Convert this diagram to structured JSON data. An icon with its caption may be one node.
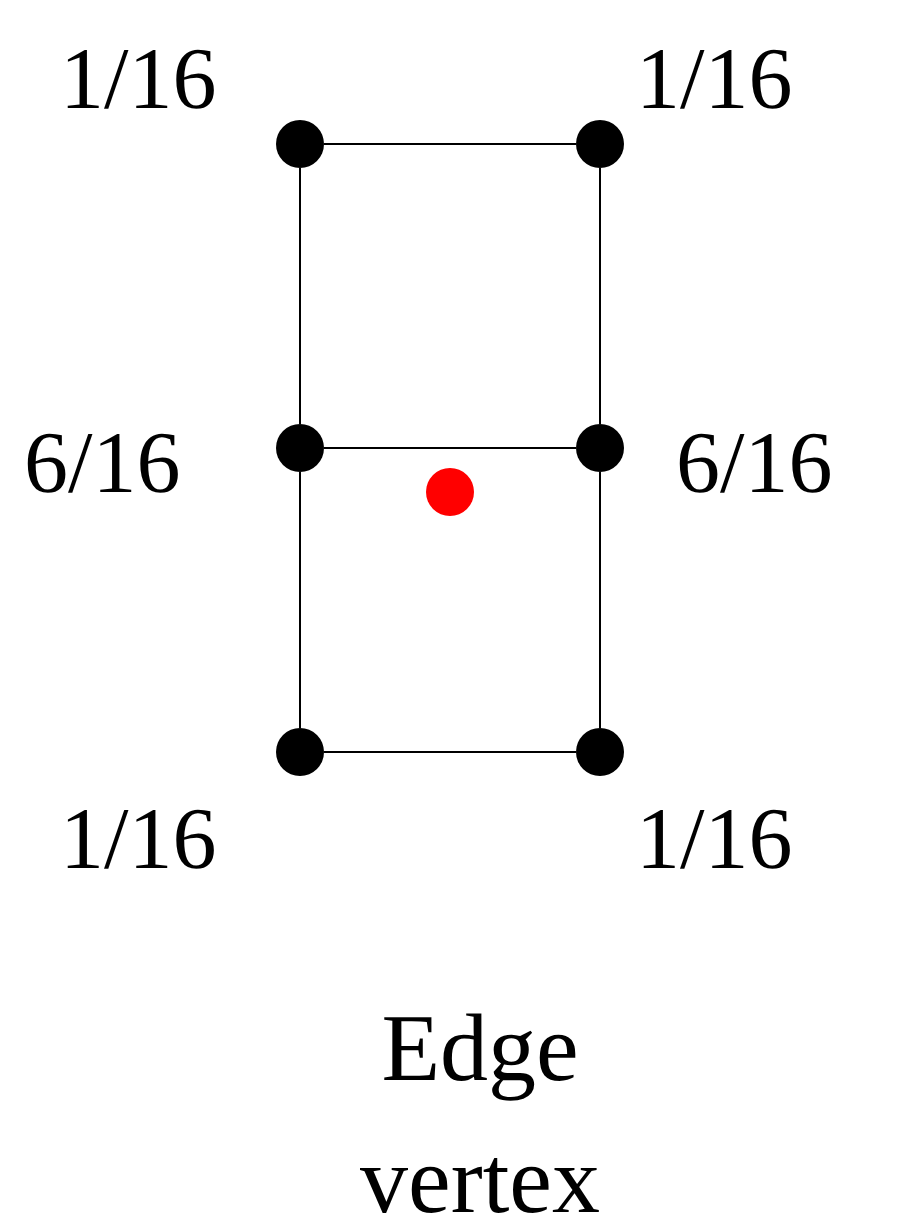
{
  "diagram": {
    "caption": "Edge vertex",
    "nodes": [
      {
        "text": [],
        "shape": "circle",
        "beside": [
          "1/16"
        ]
      },
      {
        "text": [],
        "shape": "circle",
        "beside": [
          "1/16"
        ]
      },
      {
        "text": [],
        "shape": "circle",
        "beside": [
          "6/16"
        ]
      },
      {
        "text": [],
        "shape": "circle",
        "beside": [
          "6/16"
        ]
      },
      {
        "text": [],
        "shape": "circle"
      },
      {
        "text": [],
        "shape": "circle",
        "beside": [
          "1/16"
        ]
      },
      {
        "text": [],
        "shape": "circle",
        "beside": [
          "1/16"
        ]
      }
    ],
    "edges": [
      {
        "from": 0,
        "to": 1,
        "arrow": "none"
      },
      {
        "from": 0,
        "to": 2,
        "arrow": "none"
      },
      {
        "from": 1,
        "to": 3,
        "arrow": "none"
      },
      {
        "from": 2,
        "to": 3,
        "arrow": "none"
      },
      {
        "from": 2,
        "to": 5,
        "arrow": "none"
      },
      {
        "from": 3,
        "to": 6,
        "arrow": "none"
      },
      {
        "from": 5,
        "to": 6,
        "arrow": "none"
      }
    ]
  }
}
